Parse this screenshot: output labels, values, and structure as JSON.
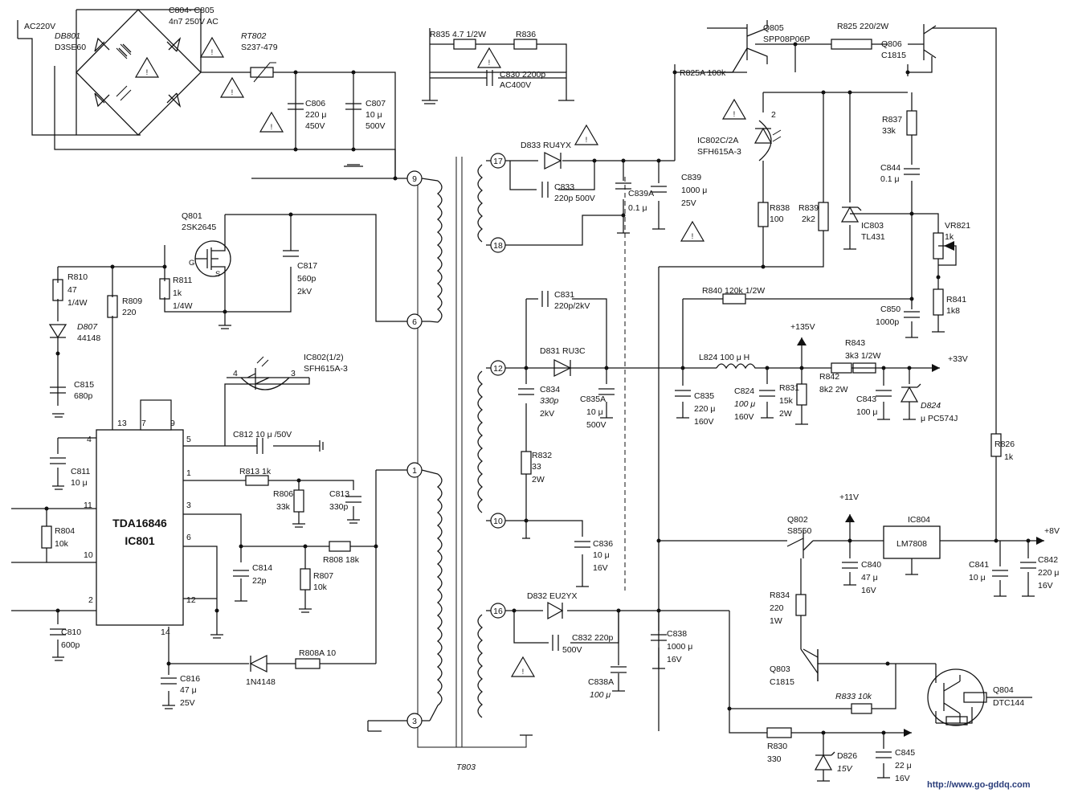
{
  "watermark": "http://www.go-gddq.com",
  "ic": {
    "main_type": "TDA16846",
    "main_ref": "IC801",
    "pins": {
      "p13": "13",
      "p7": "7",
      "p9": "9",
      "p4": "4",
      "p5": "5",
      "p1": "1",
      "p3": "3",
      "p6": "6",
      "p11": "11",
      "p10": "10",
      "p2": "2",
      "p12": "12",
      "p14": "14"
    },
    "lm": "LM7808",
    "lm_ref": "IC804",
    "tl_ref": "IC803",
    "tl_type": "TL431",
    "opto_a_ref": "IC802C/2A",
    "opto_a_type": "SFH615A-3",
    "opto_b_ref": "IC802(1/2)",
    "opto_b_type": "SFH615A-3",
    "opto_b_p4": "4",
    "opto_b_p3": "3",
    "opto_a_p2": "2"
  },
  "labels": {
    "ac": "AC220V",
    "db801": "DB801",
    "db801_t": "D3SE60",
    "c804": "C804- C805",
    "c804_v": "4n7 250V AC",
    "rt802": "RT802",
    "rt802_v": "S237-479",
    "c806": "C806",
    "c806_v1": "220 μ",
    "c806_v2": "450V",
    "c807": "C807",
    "c807_v1": "10 μ",
    "c807_v2": "500V",
    "r835": "R835 4.7 1/2W",
    "r836": "R836",
    "c830": "C830 2200p",
    "c830_v": "AC400V",
    "q805": "Q805",
    "q805_t": "SPP08P06P",
    "r825": "R825 220/2W",
    "q806": "Q806",
    "q806_t": "C1815",
    "r825a": "R825A 100k",
    "r837": "R837",
    "r837_v": "33k",
    "c844": "C844",
    "c844_v": "0.1 μ",
    "vr821": "VR821",
    "vr821_v": "1k",
    "r841": "R841",
    "r841_v": "1k8",
    "r838": "R838",
    "r838_v": "100",
    "r839": "R839",
    "r839_v": "2k2",
    "d833": "D833 RU4YX",
    "c833": "C833",
    "c833_v": "220p 500V",
    "c839a": "C839A",
    "c839a_v": "0.1 μ",
    "c839": "C839",
    "c839_v1": "1000 μ",
    "c839_v2": "25V",
    "q801": "Q801",
    "q801_t": "2SK2645",
    "g": "G",
    "s": "S",
    "c817": "C817",
    "c817_v1": "560p",
    "c817_v2": "2kV",
    "r810": "R810",
    "r810_v1": "47",
    "r810_v2": "1/4W",
    "r811": "R811",
    "r811_v1": "1k",
    "r811_v2": "1/4W",
    "r809": "R809",
    "r809_v": "220",
    "d807": "D807",
    "d807_v": "44148",
    "c815": "C815",
    "c815_v": "680p",
    "c812": "C812 10 μ /50V",
    "c811": "C811",
    "c811_v": "10 μ",
    "r813": "R813 1k",
    "r806": "R806",
    "r806_v": "33k",
    "c813": "C813",
    "c813_v": "330p",
    "r804": "R804",
    "r804_v": "10k",
    "c814": "C814",
    "c814_v": "22p",
    "r808": "R808 18k",
    "r807": "R807",
    "r807_v": "10k",
    "c810": "C810",
    "c810_v": "600p",
    "c816": "C816",
    "c816_v1": "47 μ",
    "c816_v2": "25V",
    "r808a": "R808A 10",
    "in4148": "1N4148",
    "t803": "T803",
    "c831": "C831",
    "c831_v": "220p/2kV",
    "d831": "D831 RU3C",
    "c834": "C834",
    "c834_v1": "330p",
    "c834_v2": "2kV",
    "c835a": "C835A",
    "c835a_v1": "10 μ",
    "c835a_v2": "500V",
    "r832": "R832",
    "r832_v1": "33",
    "r832_v2": "2W",
    "c836": "C836",
    "c836_v1": "10 μ",
    "c836_v2": "16V",
    "d832": "D832 EU2YX",
    "c832": "C832 220p",
    "c832_v": "500V",
    "c838a": "C838A",
    "c838a_v": "100 μ",
    "c838": "C838",
    "c838_v1": "1000 μ",
    "c838_v2": "16V",
    "r840": "R840 120k 1/2W",
    "c850": "C850",
    "c850_v": "1000p",
    "v135": "+135V",
    "r843": "R843",
    "r843_v": "3k3 1/2W",
    "v33": "+33V",
    "l824": "L824 100 μ H",
    "c835": "C835",
    "c835_v1": "220 μ",
    "c835_v2": "160V",
    "c824": "C824",
    "c824_v1": "100 μ",
    "c824_v2": "160V",
    "r831": "R831",
    "r831_v1": "15k",
    "r831_v2": "2W",
    "r842": "R842",
    "r842_v": "8k2 2W",
    "c843": "C843",
    "c843_v": "100 μ",
    "d824": "D824",
    "d824_v": "μ PC574J",
    "r826": "R826",
    "r826_v": "1k",
    "v11": "+11V",
    "q802": "Q802",
    "q802_t": "S8550",
    "v8": "+8V",
    "c840": "C840",
    "c840_v1": "47 μ",
    "c840_v2": "16V",
    "c841": "C841",
    "c841_v": "10 μ",
    "c842": "C842",
    "c842_v1": "220 μ",
    "c842_v2": "16V",
    "r834": "R834",
    "r834_v1": "220",
    "r834_v2": "1W",
    "q803": "Q803",
    "q803_t": "C1815",
    "r833": "R833 10k",
    "q804": "Q804",
    "q804_t": "DTC144",
    "r830": "R830",
    "r830_v": "330",
    "d826": "D826",
    "d826_v": "15V",
    "c845": "C845",
    "c845_v1": "22 μ",
    "c845_v2": "16V",
    "warn": "!"
  },
  "transformer_pins": {
    "p9": "9",
    "p6": "6",
    "p1": "1",
    "p3": "3",
    "p17": "17",
    "p18": "18",
    "p12": "12",
    "p10": "10",
    "p16": "16"
  }
}
